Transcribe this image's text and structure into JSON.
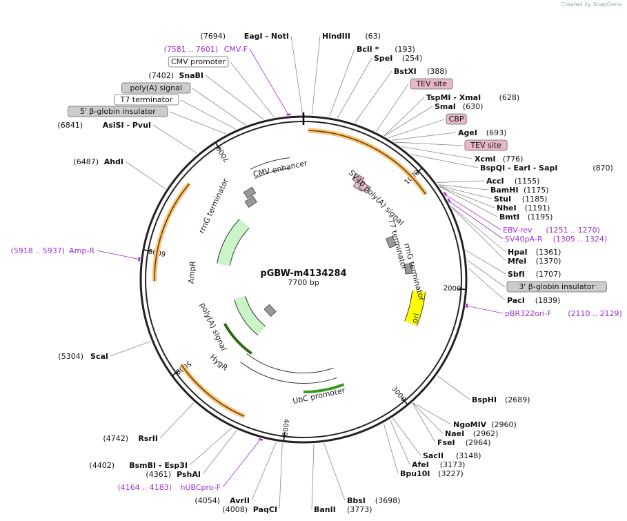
{
  "credit": "Created by SnapGene",
  "plasmid": {
    "name": "pGBW-m4134284",
    "size": "7700 bp"
  },
  "colors": {
    "backbone": "#222222",
    "orf_halo": "#f7c67a",
    "orf_line": "#6b3d00",
    "ampr": "#c9f5c9",
    "hygr": "#c9f5c9",
    "ori": "#ffff00",
    "promoter": "#ffffff",
    "terminator": "#999999",
    "primer": "#9b30d0",
    "tev": "#e6b8c8",
    "insulator": "#cccccc"
  },
  "ticks": [
    "1000",
    "2000",
    "3000",
    "4000",
    "5000",
    "6000",
    "7000"
  ],
  "enzymes_right": [
    {
      "name": "HindIII",
      "pos": "(63)"
    },
    {
      "name": "BclI *",
      "pos": "(193)"
    },
    {
      "name": "SpeI",
      "pos": "(254)"
    },
    {
      "name": "BstXI",
      "pos": "(388)"
    },
    {
      "name": "TEV site",
      "pos": ""
    },
    {
      "name": "TspMI  - XmaI",
      "pos": "(628)"
    },
    {
      "name": "SmaI",
      "pos": "(630)"
    },
    {
      "name": "CBP",
      "pos": ""
    },
    {
      "name": "AgeI",
      "pos": "(693)"
    },
    {
      "name": "TEV site",
      "pos": ""
    },
    {
      "name": "XcmI",
      "pos": "(776)"
    },
    {
      "name": "BspQI  - EarI  - SapI",
      "pos": "(870)"
    },
    {
      "name": "AccI",
      "pos": "(1155)"
    },
    {
      "name": "BamHI",
      "pos": "(1175)"
    },
    {
      "name": "StuI",
      "pos": "(1185)"
    },
    {
      "name": "NheI",
      "pos": "(1191)"
    },
    {
      "name": "BmtI",
      "pos": "(1195)"
    },
    {
      "name": "EBV-rev",
      "pos": "(1251 .. 1270)"
    },
    {
      "name": "SV40pA-R",
      "pos": "(1305 .. 1324)"
    },
    {
      "name": "HpaI",
      "pos": "(1361)"
    },
    {
      "name": "MfeI",
      "pos": "(1370)"
    },
    {
      "name": "SbfI",
      "pos": "(1707)"
    },
    {
      "name": "3' β-globin insulator",
      "pos": ""
    },
    {
      "name": "PacI",
      "pos": "(1839)"
    },
    {
      "name": "pBR322ori-F",
      "pos": "(2110 .. 2129)"
    },
    {
      "name": "BspHI",
      "pos": "(2689)"
    },
    {
      "name": "NgoMIV",
      "pos": "(2960)"
    },
    {
      "name": "NaeI",
      "pos": "(2962)"
    },
    {
      "name": "FseI",
      "pos": "(2964)"
    },
    {
      "name": "SacII",
      "pos": "(3148)"
    },
    {
      "name": "AfeI",
      "pos": "(3173)"
    },
    {
      "name": "Bpu10I",
      "pos": "(3227)"
    },
    {
      "name": "BbsI",
      "pos": "(3698)"
    },
    {
      "name": "BanII",
      "pos": "(3773)"
    }
  ],
  "enzymes_left": [
    {
      "name": "EagI  - NotI",
      "pos": "(7694)"
    },
    {
      "name": "CMV-F",
      "pos": "(7581 .. 7601)"
    },
    {
      "name": "CMV promoter",
      "pos": ""
    },
    {
      "name": "SnaBI",
      "pos": "(7402)"
    },
    {
      "name": "poly(A) signal",
      "pos": ""
    },
    {
      "name": "T7 terminator",
      "pos": ""
    },
    {
      "name": "5' β-globin insulator",
      "pos": ""
    },
    {
      "name": "AsiSI  - PvuI",
      "pos": "(6841)"
    },
    {
      "name": "AhdI",
      "pos": "(6487)"
    },
    {
      "name": "Amp-R",
      "pos": "(5918 .. 5937)"
    },
    {
      "name": "ScaI",
      "pos": "(5304)"
    },
    {
      "name": "RsrII",
      "pos": "(4742)"
    },
    {
      "name": "BsmBI  - Esp3I",
      "pos": "(4402)"
    },
    {
      "name": "PshAI",
      "pos": "(4361)"
    },
    {
      "name": "hUBCpro-F",
      "pos": "(4164 .. 4183)"
    },
    {
      "name": "AvrII",
      "pos": "(4054)"
    },
    {
      "name": "PaqCI",
      "pos": "(4008)"
    }
  ],
  "features": {
    "cmv_enhancer": "CMV enhancer",
    "sv40_polya": "SV40 poly(A) signal",
    "t7_term": "T7 terminator",
    "rrnG_right": "rrnG terminator",
    "ori": "ori",
    "ubc": "UbC promoter",
    "hygr": "HygR",
    "polya_left": "poly(A) signal",
    "ampr": "AmpR",
    "rrnG_left": "rrnG terminator"
  }
}
